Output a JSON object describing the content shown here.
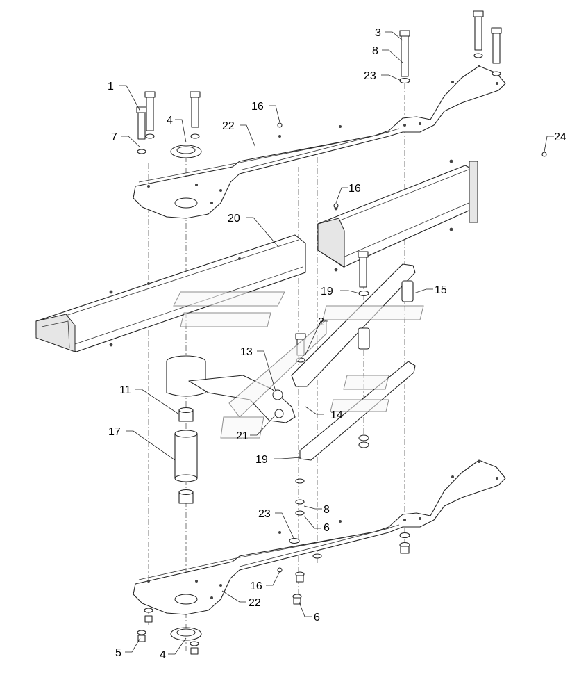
{
  "callouts": {
    "c1": "1",
    "c2": "2",
    "c3": "3",
    "c4_top": "4",
    "c4_bottom": "4",
    "c5": "5",
    "c6_mid": "6",
    "c6_bottom": "6",
    "c7": "7",
    "c8_top": "8",
    "c8_bottom": "8",
    "c11": "11",
    "c13": "13",
    "c14": "14",
    "c15": "15",
    "c16_top": "16",
    "c16_mid": "16",
    "c16_bottom": "16",
    "c17": "17",
    "c19_upper": "19",
    "c19_lower": "19",
    "c20": "20",
    "c21": "21",
    "c22_top": "22",
    "c22_bottom": "22",
    "c23_top": "23",
    "c23_bottom": "23",
    "c24": "24"
  }
}
